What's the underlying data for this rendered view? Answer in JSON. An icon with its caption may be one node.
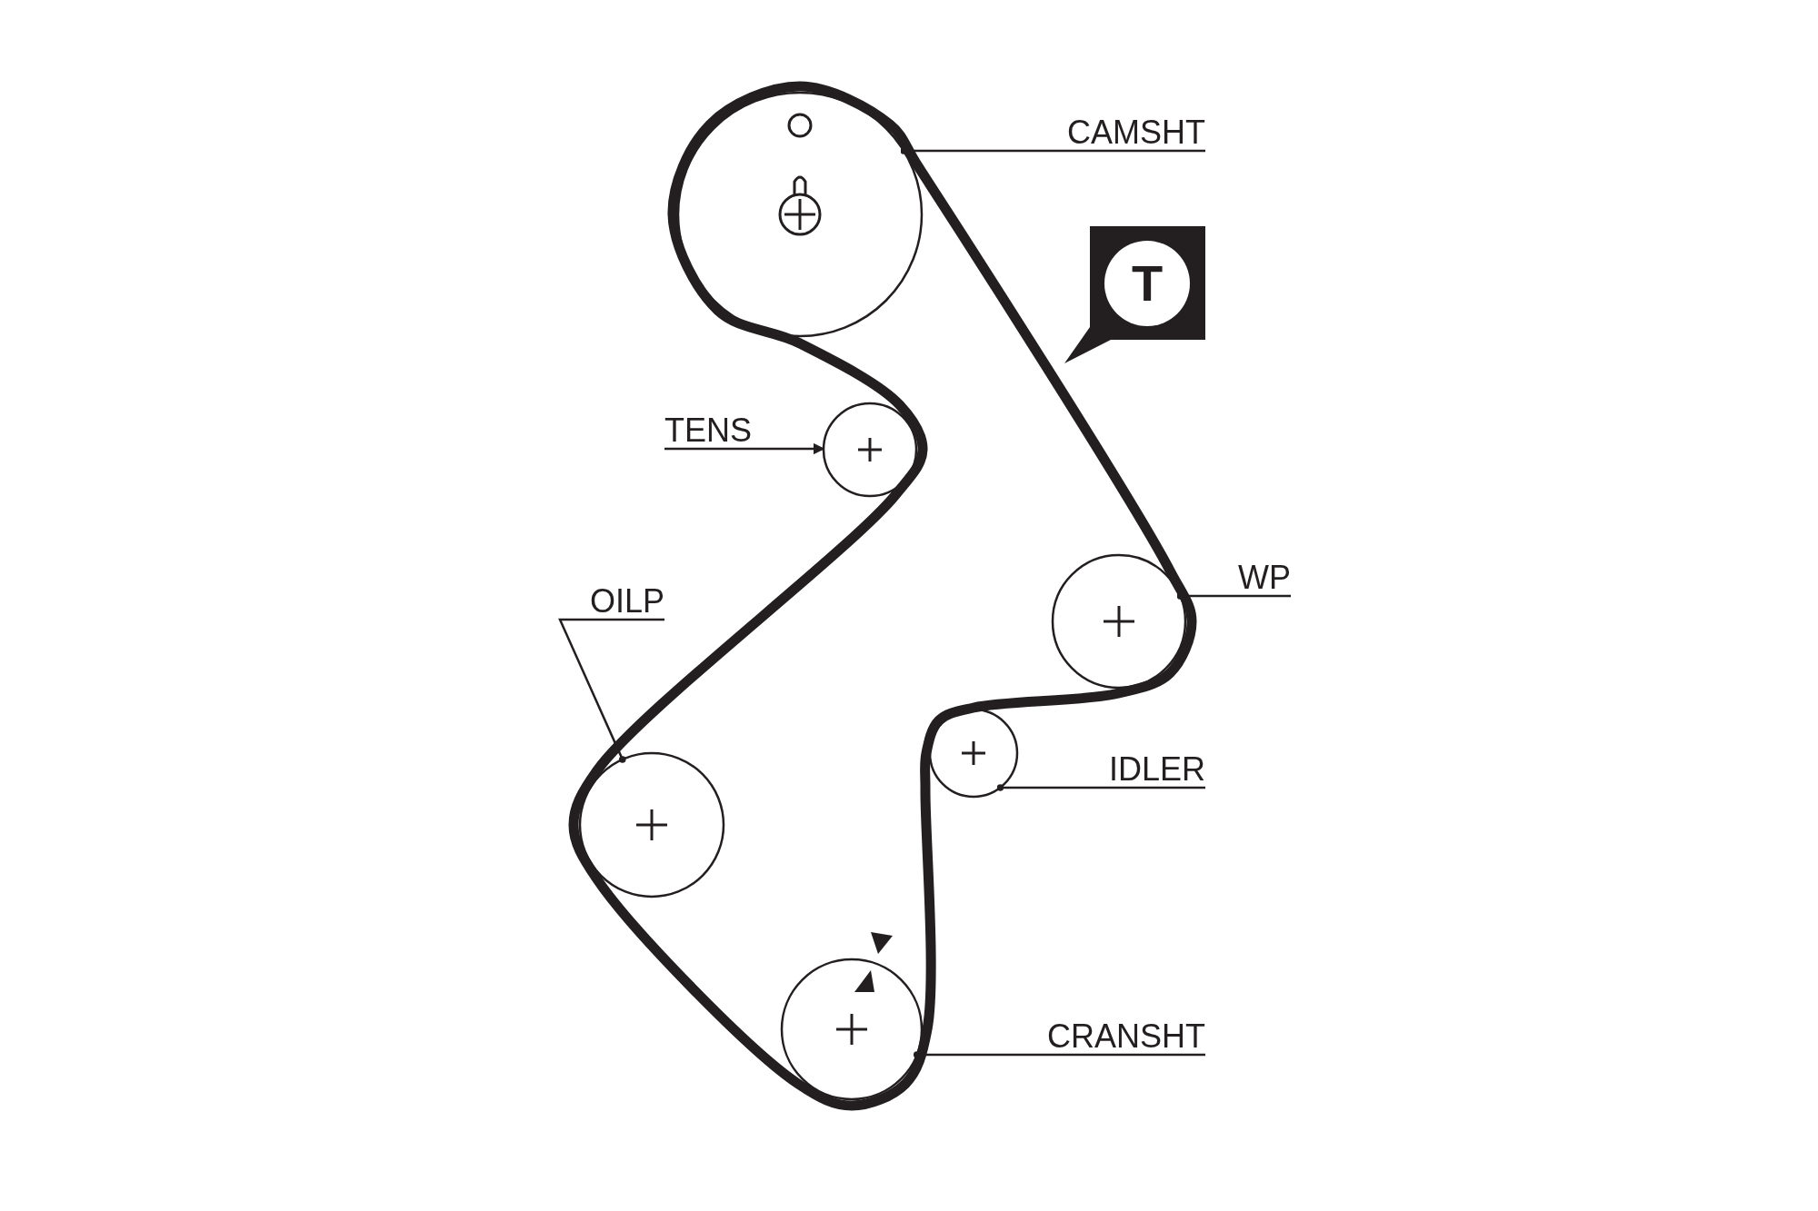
{
  "diagram": {
    "nodes": [
      {
        "text": [
          "CAMSHT"
        ]
      },
      {
        "text": [
          "TENS"
        ]
      },
      {
        "text": [
          "OILP"
        ]
      },
      {
        "text": [
          "WP"
        ]
      },
      {
        "text": [
          "IDLER"
        ]
      },
      {
        "text": [
          "CRANSHT"
        ]
      },
      {
        "text": [],
        "shape": "circle"
      },
      {
        "text": [],
        "shape": "circle"
      },
      {
        "text": [],
        "shape": "circle"
      },
      {
        "text": [],
        "shape": "circle"
      },
      {
        "text": [],
        "shape": "circle"
      },
      {
        "text": [],
        "shape": "circle"
      }
    ],
    "edges": [
      {
        "from": 0,
        "to": 6,
        "arrow": "other"
      },
      {
        "from": 1,
        "to": 7,
        "arrow": "to"
      },
      {
        "from": 2,
        "to": 10,
        "arrow": "other"
      },
      {
        "from": 3,
        "to": 8,
        "arrow": "other"
      },
      {
        "from": 4,
        "to": 9,
        "arrow": "other"
      },
      {
        "from": 5,
        "to": 11,
        "arrow": "other"
      }
    ],
    "labels": [
      "T"
    ]
  }
}
